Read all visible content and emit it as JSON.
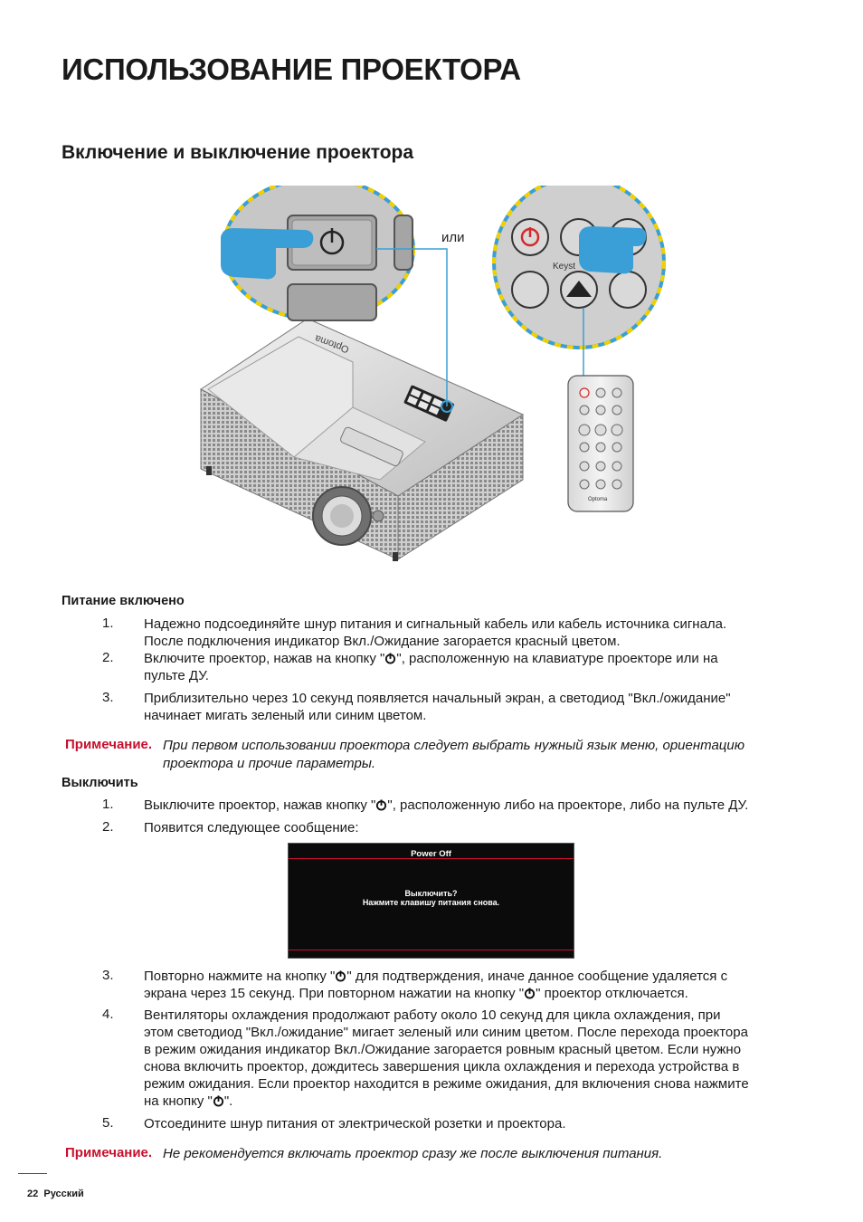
{
  "page": {
    "title": "ИСПОЛЬЗОВАНИЕ ПРОЕКТОРА",
    "subtitle": "Включение и выключение проектора"
  },
  "figure": {
    "or_label": "или",
    "keystone_label": "Keyst",
    "brand_logo": "Optoma",
    "remote_keystone": "Keystone",
    "accent_color": "#3a9fd6",
    "ring_dash_color": "#f2d000"
  },
  "power_on": {
    "heading": "Питание включено",
    "items": [
      {
        "num": "1.",
        "lines": [
          "Надежно подсоединяйте шнур питания и сигнальный кабель или кабель источника сигнала.",
          "После подключения индикатор Вкл./Ожидание загорается красный цветом."
        ]
      },
      {
        "num": "2.",
        "a": "Включите проектор, нажав на кнопку \"",
        "b": "\", расположенную на клавиатуре проекторе или на",
        "c": "пульте ДУ."
      },
      {
        "num": "3.",
        "lines": [
          "Приблизительно через 10 секунд появляется начальный экран, а светодиод \"Вкл./ожидание\"",
          "начинает мигать зеленый или синим цветом."
        ]
      }
    ],
    "note_label": "Примечание.",
    "note_text_1": "При первом использовании проектора следует выбрать нужный язык меню, ориентацию",
    "note_text_2": "проектора и прочие параметры."
  },
  "power_off": {
    "heading": "Выключить",
    "item1_num": "1.",
    "item1_a": "Выключите проектор, нажав кнопку \"",
    "item1_b": "\", расположенную либо на проекторе, либо на пульте ДУ.",
    "item2_num": "2.",
    "item2": "Появится следующее сообщение:",
    "osd": {
      "title": "Power Off",
      "line1": "Выключить?",
      "line2": "Нажмите клавишу питания снова."
    },
    "item3_num": "3.",
    "item3_a": "Повторно нажмите на кнопку \"",
    "item3_b": "\" для подтверждения, иначе данное сообщение удаляется с",
    "item3_c": "экрана через 15 секунд. При повторном нажатии на кнопку \"",
    "item3_d": "\" проектор отключается.",
    "item4_num": "4.",
    "item4_lines": [
      "Вентиляторы охлаждения продолжают работу около 10 секунд для цикла охлаждения, при",
      "этом светодиод \"Вкл./ожидание\" мигает зеленый или синим цветом. После перехода проектора",
      "в режим ожидания индикатор Вкл./Ожидание загорается ровным красный цветом. Если нужно",
      "снова включить проектор, дождитесь завершения цикла охлаждения и перехода устройства в",
      "режим ожидания. Если проектор находится в режиме ожидания, для включения снова нажмите"
    ],
    "item4_last_a": "на кнопку \"",
    "item4_last_b": "\".",
    "item5_num": "5.",
    "item5": "Отсоедините шнур питания от электрической розетки и проектора.",
    "note_label": "Примечание.",
    "note_text": "Не рекомендуется включать проектор сразу же после выключения питания."
  },
  "footer": {
    "page_number": "22",
    "language": "Русский"
  }
}
